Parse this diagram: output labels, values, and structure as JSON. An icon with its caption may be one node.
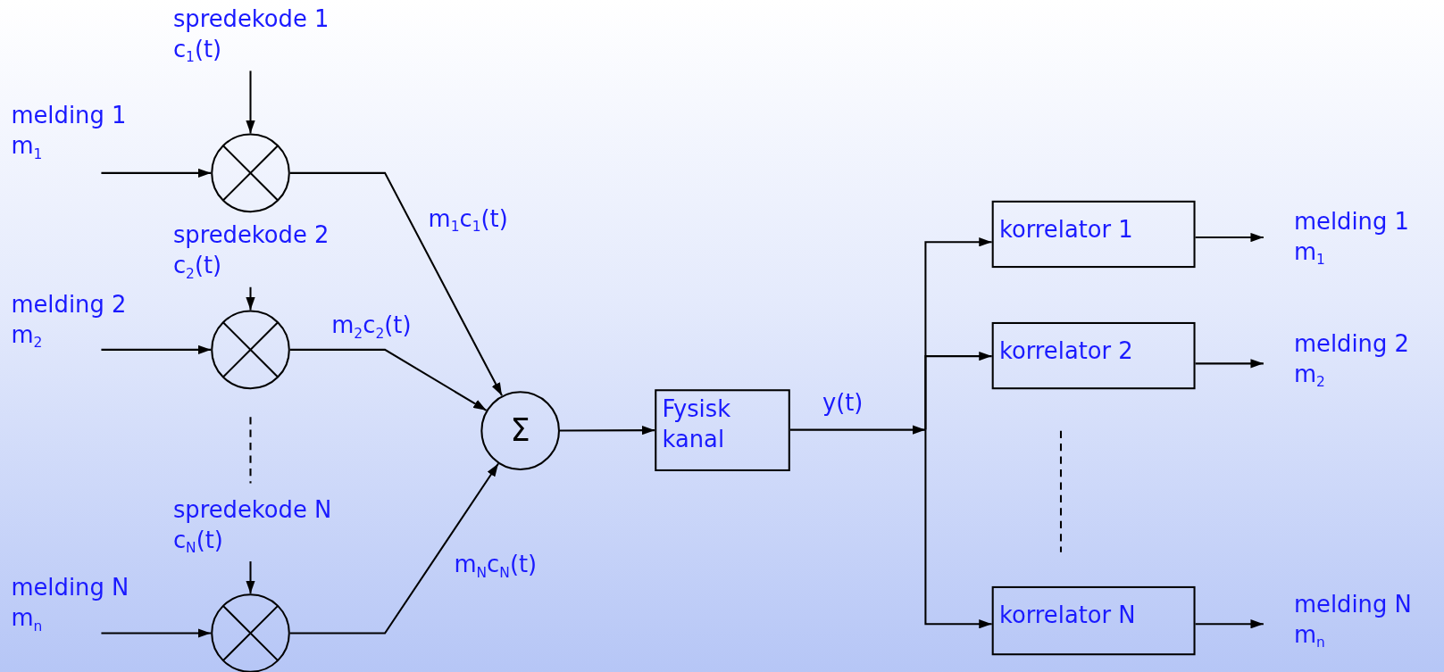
{
  "diagram": {
    "nodes": [
      {
        "text": [
          "spredekode 1 c$_{1}$(t)"
        ]
      },
      {
        "text": [],
        "shape": "circle"
      },
      {
        "text": [
          "melding 1 m$_{1}$"
        ]
      },
      {
        "text": [
          "spredekode 2 c$_{2}$(t)"
        ]
      },
      {
        "text": [],
        "shape": "circle"
      },
      {
        "text": [
          "melding 2 m$_{2}$"
        ]
      },
      {
        "text": [
          "spredekode N c$_{N}$(t)"
        ]
      },
      {
        "text": [],
        "shape": "circle"
      },
      {
        "text": [
          "melding N m$_{n}$"
        ]
      },
      {
        "text": [
          "Σ"
        ]
      },
      {
        "text": [
          "Fysisk kanal"
        ]
      },
      {
        "text": [
          "korrelator 1"
        ]
      },
      {
        "text": [
          "korrelator 2"
        ]
      },
      {
        "text": [
          "korrelator N"
        ]
      },
      {
        "text": [
          "melding 1 m$_{1}$"
        ]
      },
      {
        "text": [
          "melding 2 m$_{2}$"
        ]
      },
      {
        "text": [
          "melding N m$_{n}$"
        ]
      }
    ],
    "edges": [
      {
        "from": 0,
        "to": 1,
        "arrow": "to"
      },
      {
        "from": 2,
        "to": 1,
        "arrow": "to"
      },
      {
        "from": 3,
        "to": 4,
        "arrow": "to"
      },
      {
        "from": 5,
        "to": 4,
        "arrow": "to"
      },
      {
        "from": 6,
        "to": 7,
        "arrow": "to"
      },
      {
        "from": 8,
        "to": 7,
        "arrow": "to"
      },
      {
        "from": 1,
        "to": 9,
        "arrow": "to",
        "label": "m$_{1}$c$_{1}$(t)"
      },
      {
        "from": 4,
        "to": 9,
        "arrow": "to",
        "label": "m$_{2}$c$_{2}$(t)"
      },
      {
        "from": 7,
        "to": 9,
        "arrow": "to",
        "label": "m$_{N}$c$_{N}$(t)"
      },
      {
        "from": 9,
        "to": 10,
        "arrow": "to"
      },
      {
        "from": 10,
        "to": 11,
        "arrow": "to",
        "label": "y(t)"
      },
      {
        "from": 10,
        "to": 12,
        "arrow": "to"
      },
      {
        "from": 10,
        "to": 13,
        "arrow": "to"
      },
      {
        "from": 11,
        "to": 14,
        "arrow": "to"
      },
      {
        "from": 12,
        "to": 15,
        "arrow": "to"
      },
      {
        "from": 13,
        "to": 16,
        "arrow": "to"
      }
    ]
  }
}
